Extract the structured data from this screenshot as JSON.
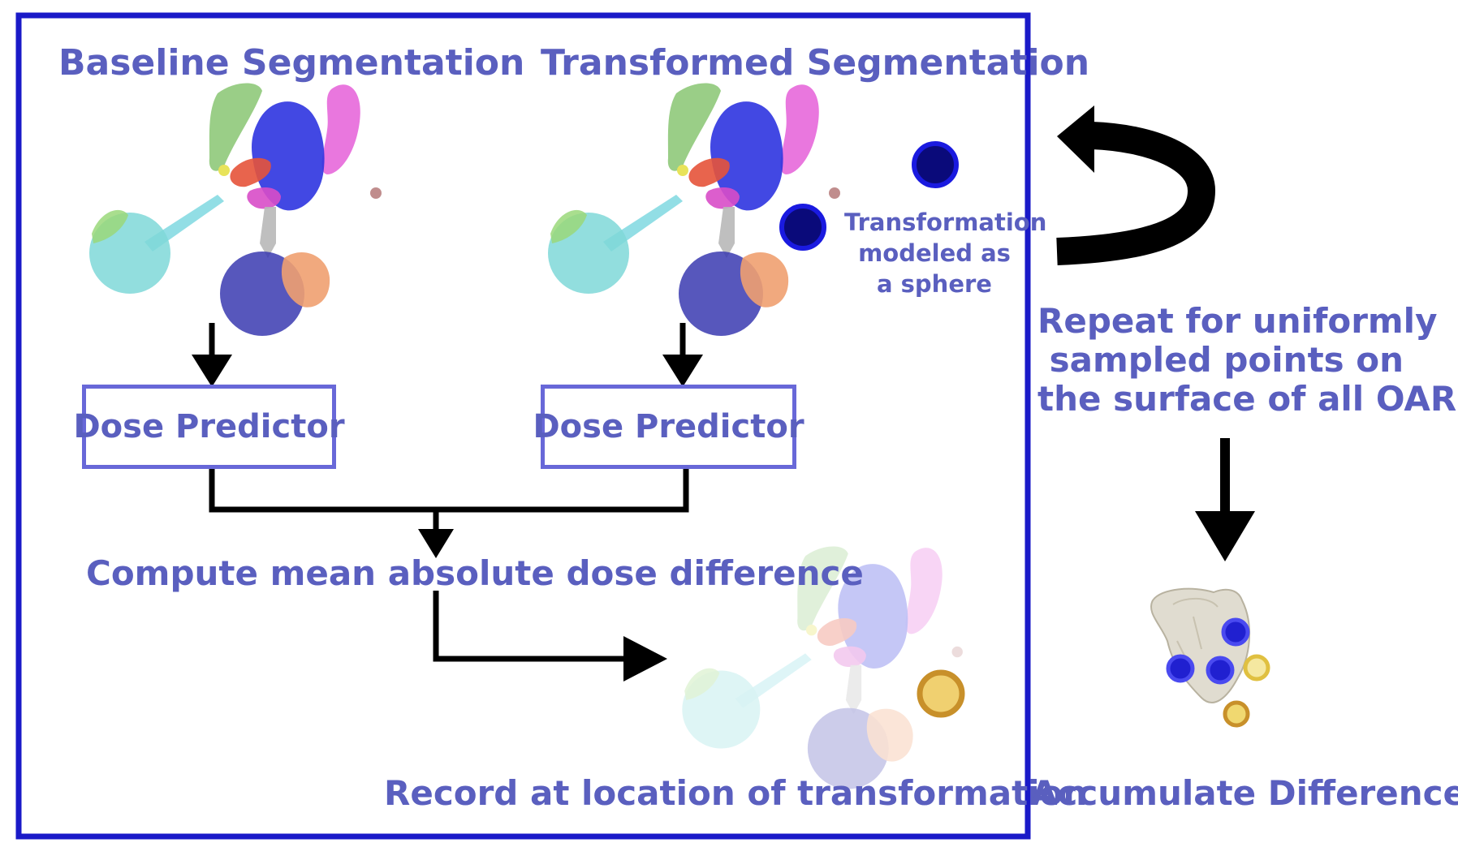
{
  "diagram": {
    "left_panel": {
      "baseline_title": "Baseline Segmentation",
      "transformed_title": "Transformed Segmentation",
      "transformation_note": [
        "Transformation",
        "modeled as",
        "a sphere"
      ],
      "dose_predictor_left": "Dose Predictor",
      "dose_predictor_right": "Dose Predictor",
      "compute_label": "Compute mean absolute dose difference",
      "record_label": "Record at location of transformation"
    },
    "right_panel": {
      "repeat_label": "Repeat for uniformly\n sampled points on\nthe surface of all OARs",
      "accumulate_label": "Accumulate Differences"
    },
    "colors": {
      "panel_border": "#1a1ac8",
      "text": "#5a5fbf",
      "box_border": "#6868d8",
      "arrow": "#000000",
      "sphere_blue": "#0a0a7a",
      "sphere_gold": "#c8902a"
    }
  }
}
